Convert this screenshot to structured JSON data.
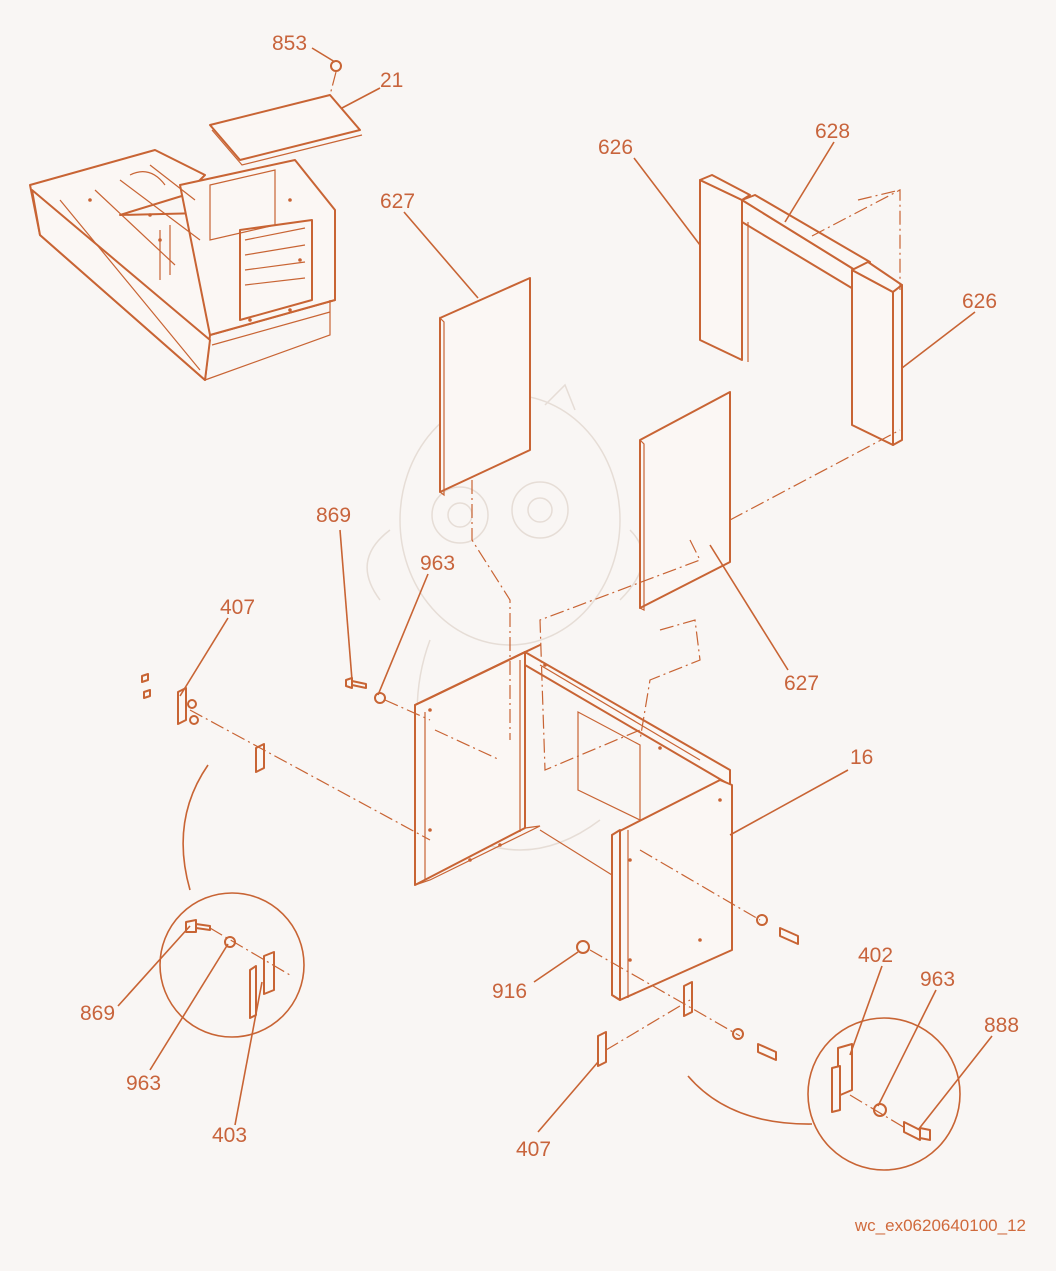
{
  "colors": {
    "line": "#c86434",
    "label": "#c8643c",
    "background": "#f9f6f4"
  },
  "callouts": [
    {
      "id": "c853",
      "text": "853"
    },
    {
      "id": "c21",
      "text": "21"
    },
    {
      "id": "c626a",
      "text": "626"
    },
    {
      "id": "c628",
      "text": "628"
    },
    {
      "id": "c626b",
      "text": "626"
    },
    {
      "id": "c627a",
      "text": "627"
    },
    {
      "id": "c869a",
      "text": "869"
    },
    {
      "id": "c963a",
      "text": "963"
    },
    {
      "id": "c407a",
      "text": "407"
    },
    {
      "id": "c627b",
      "text": "627"
    },
    {
      "id": "c16",
      "text": "16"
    },
    {
      "id": "c402",
      "text": "402"
    },
    {
      "id": "c963b",
      "text": "963"
    },
    {
      "id": "c888",
      "text": "888"
    },
    {
      "id": "c916",
      "text": "916"
    },
    {
      "id": "c869b",
      "text": "869"
    },
    {
      "id": "c963c",
      "text": "963"
    },
    {
      "id": "c403",
      "text": "403"
    },
    {
      "id": "c407b",
      "text": "407"
    }
  ],
  "footer": {
    "code": "wc_ex0620640100_12"
  }
}
